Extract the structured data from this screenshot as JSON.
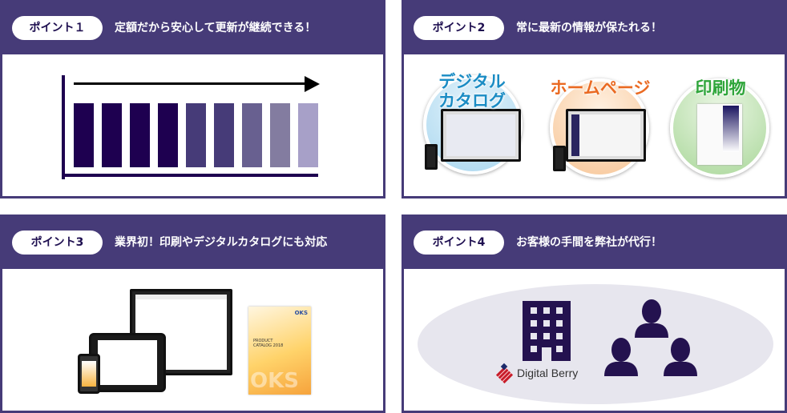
{
  "points": [
    {
      "badge": "ポイント１",
      "title": "定額だから安心して更新が継続できる！"
    },
    {
      "badge": "ポイント2",
      "title": "常に最新の情報が保たれる！"
    },
    {
      "badge": "ポイント3",
      "title": "業界初！印刷やデジタルカタログにも対応"
    },
    {
      "badge": "ポイント4",
      "title": "お客様の手間を弊社が代行！"
    }
  ],
  "point1": {
    "bar_colors": [
      "#1e0050",
      "#1e0050",
      "#1e0050",
      "#1e0050",
      "#463b78",
      "#463b78",
      "#686090",
      "#837ca0",
      "#a7a0c8"
    ]
  },
  "point2": {
    "items": [
      {
        "label": "デジタル\nカタログ",
        "color": "#1a8cc4"
      },
      {
        "label": "ホームページ",
        "color": "#ea6a22"
      },
      {
        "label": "印刷物",
        "color": "#2ea53a"
      }
    ]
  },
  "point3": {
    "catalog_brand": "OKS",
    "catalog_title": "PRODUCT CATALOG 2018"
  },
  "point4": {
    "brand": "Digital Berry"
  },
  "colors": {
    "header": "#463b78",
    "icon": "#24124f"
  }
}
